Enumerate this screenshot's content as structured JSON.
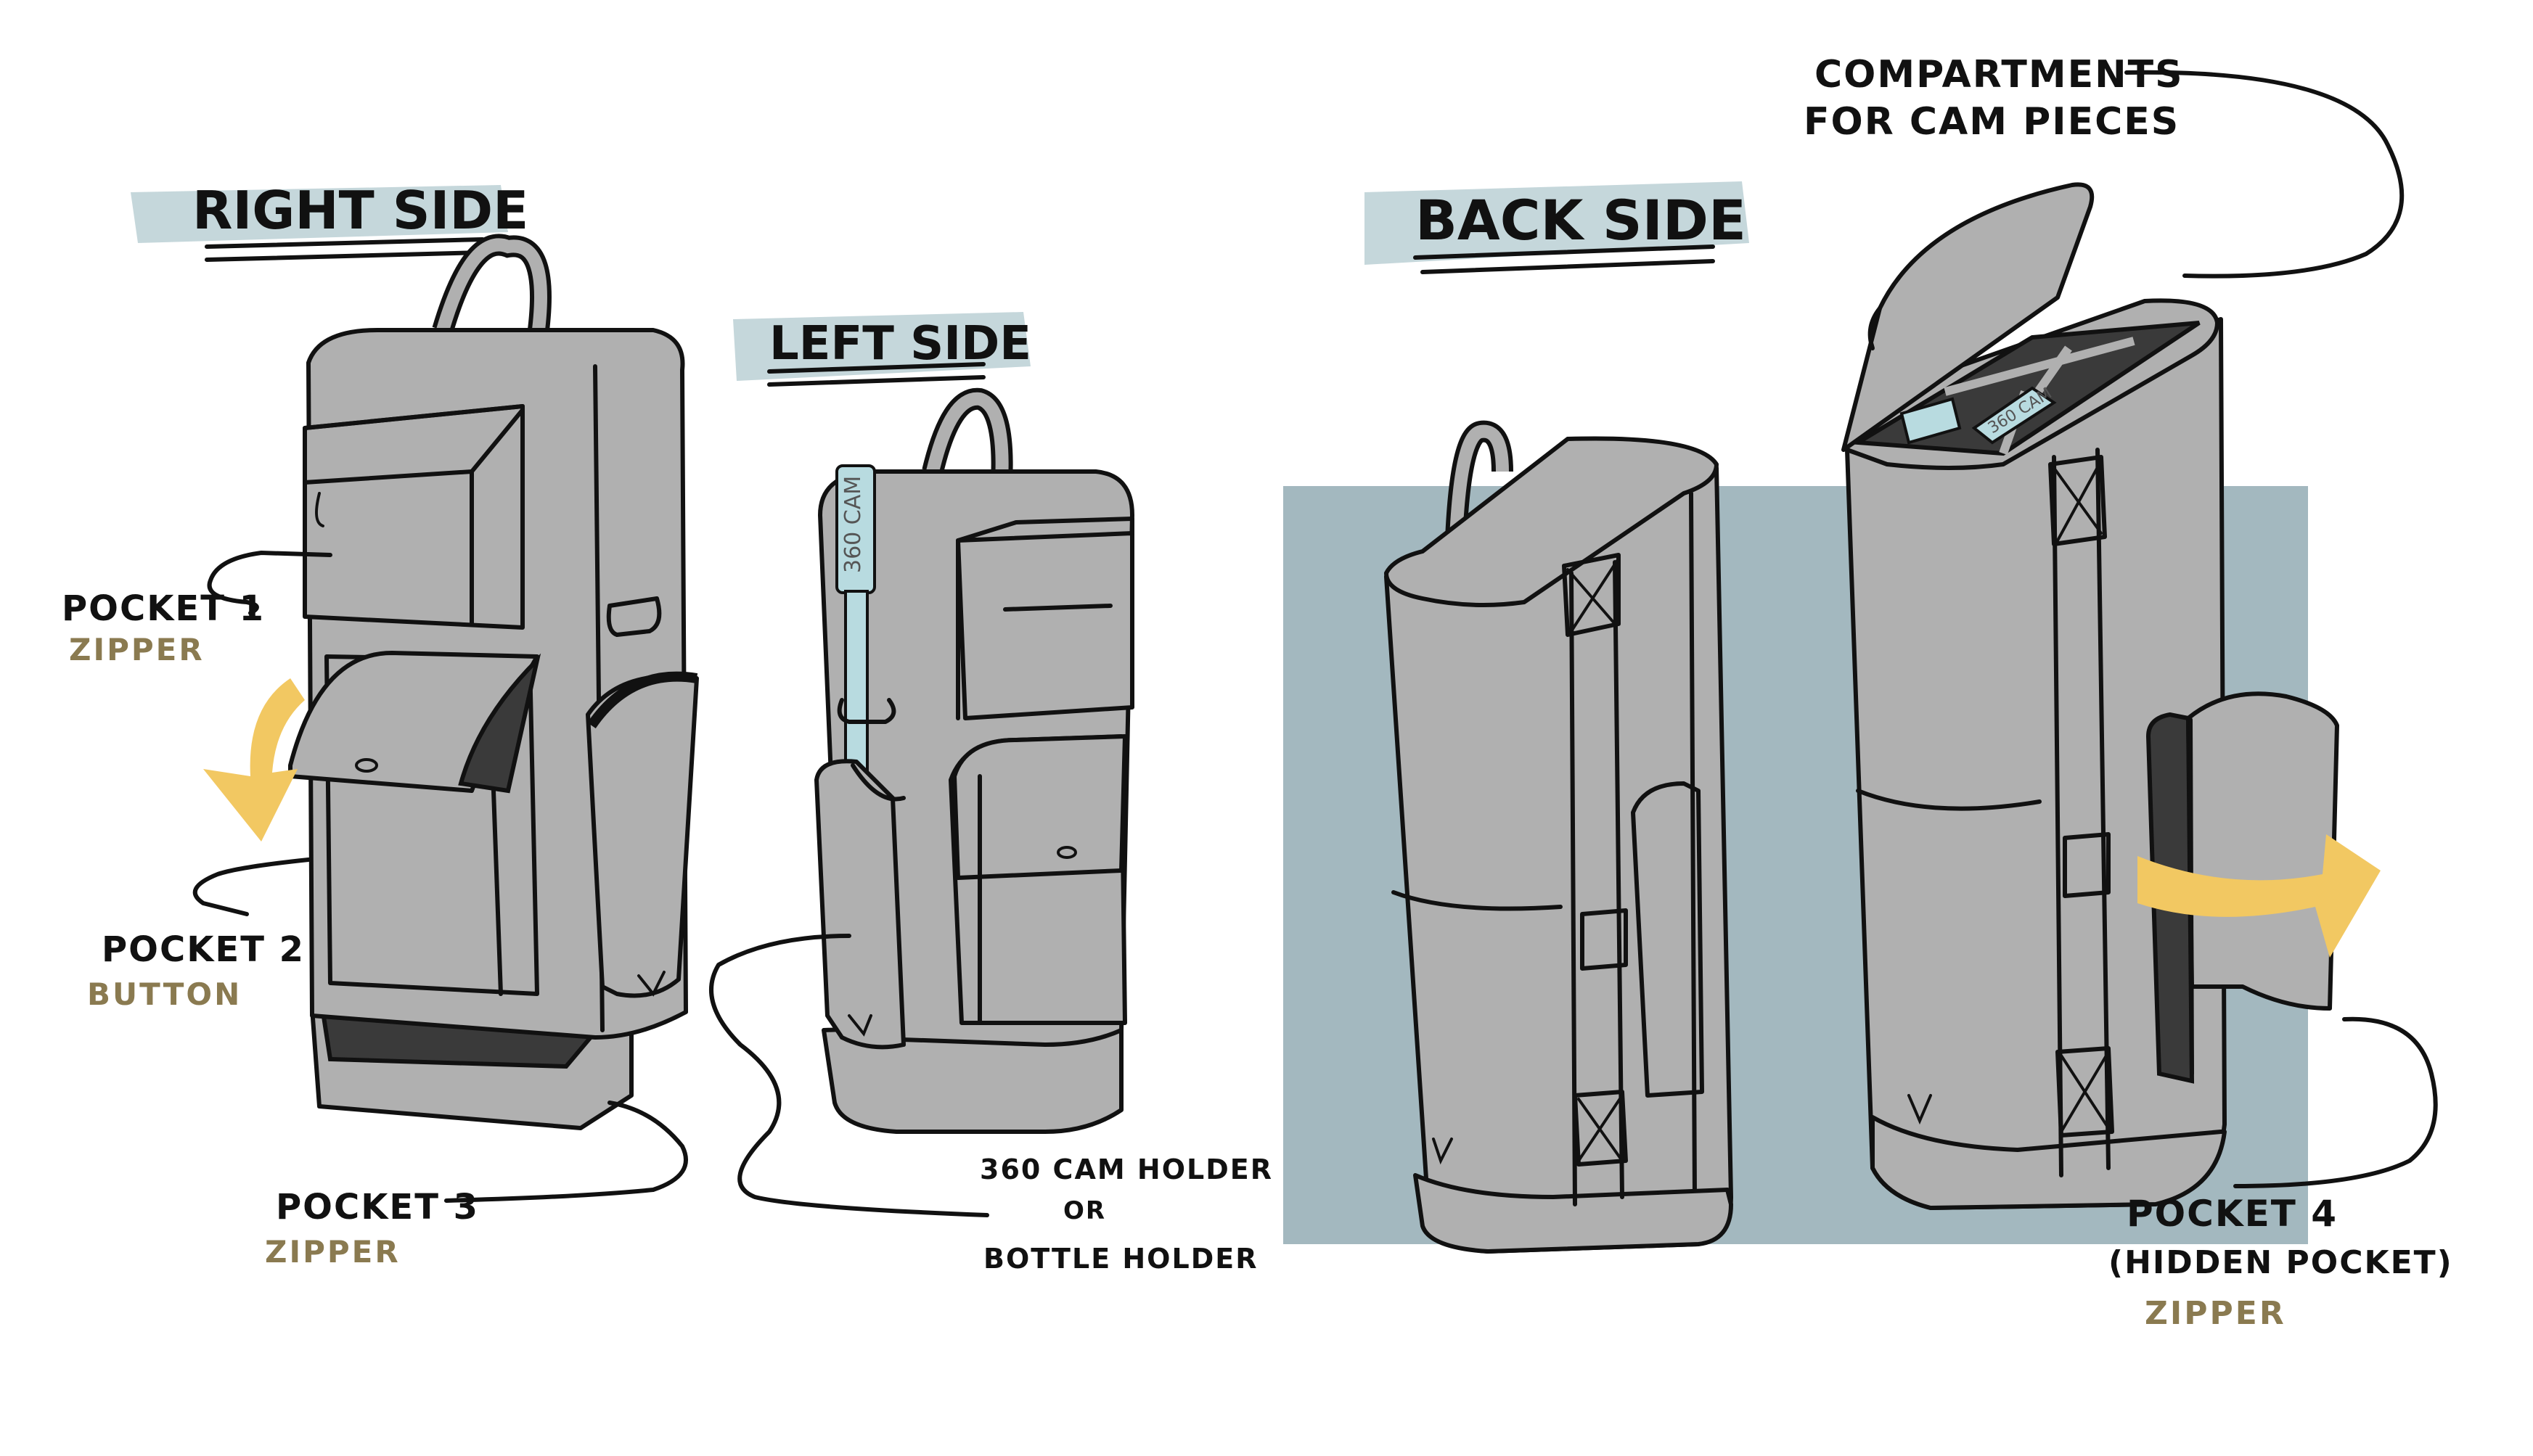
{
  "colors": {
    "bag": "#b0b0b0",
    "bag_dark": "#3a3a3a",
    "outline": "#111111",
    "title_highlight": "#c5d7db",
    "backdrop": "#a3b8bf",
    "arrow": "#f2c862",
    "note_text": "#8a7a50",
    "cam": "#b8dbe0"
  },
  "views": {
    "right": {
      "title": "RIGHT SIDE"
    },
    "left": {
      "title": "LEFT SIDE"
    },
    "back": {
      "title": "BACK SIDE"
    }
  },
  "labels": {
    "pocket1": {
      "name": "POCKET 1",
      "closure": "ZIPPER"
    },
    "pocket2": {
      "name": "POCKET 2",
      "closure": "BUTTON"
    },
    "pocket3": {
      "name": "POCKET 3",
      "closure": "ZIPPER"
    },
    "cam_holder": {
      "line1": "360 CAM HOLDER",
      "line2": "OR",
      "line3": "BOTTLE HOLDER"
    },
    "compartments": {
      "line1": "COMPARTMENTS",
      "line2": "FOR CAM PIECES"
    },
    "pocket4": {
      "name": "POCKET 4",
      "sub": "(HIDDEN POCKET)",
      "closure": "ZIPPER"
    },
    "cam_tag": "360 CAM"
  },
  "icons": [
    "curved-arrow-down",
    "curved-arrow-right",
    "backpack-right",
    "backpack-left",
    "backpack-back-closed",
    "backpack-back-open"
  ]
}
